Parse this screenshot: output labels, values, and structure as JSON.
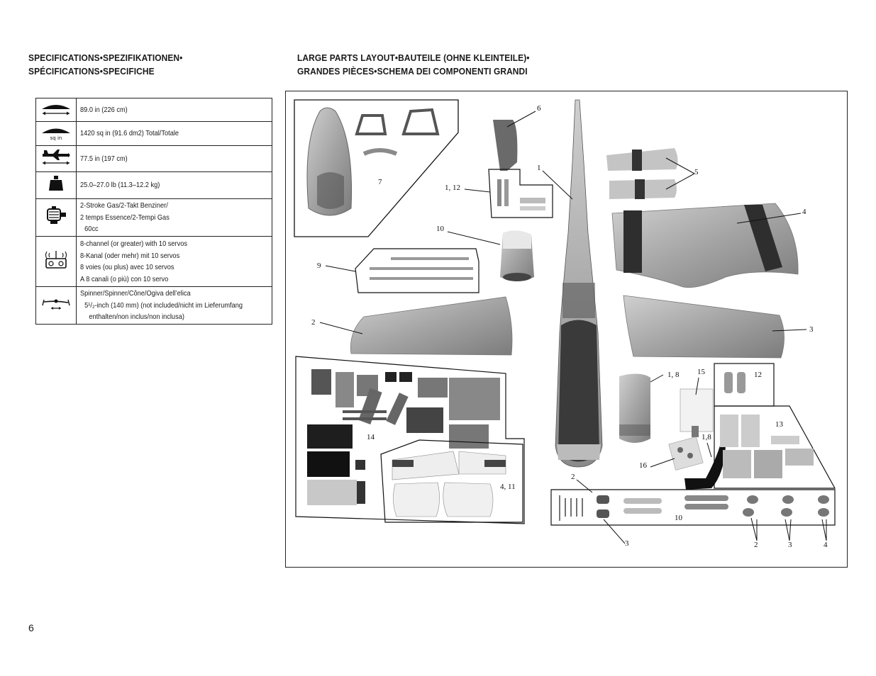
{
  "specifications": {
    "heading_line1": "SPECIFICATIONS•SPEZIFIKATIONEN•",
    "heading_line2": "SPÉCIFICATIONS•SPECIFICHE",
    "rows": [
      {
        "icon": "wingspan-icon",
        "lines": [
          "89.0 in (226 cm)"
        ]
      },
      {
        "icon": "wing-area-icon",
        "icon_text": "sq in",
        "lines": [
          "1420 sq in (91.6 dm2) Total/Totale"
        ]
      },
      {
        "icon": "length-icon",
        "lines": [
          "77.5 in (197 cm)"
        ]
      },
      {
        "icon": "weight-icon",
        "lines": [
          "25.0–27.0 lb (11.3–12.2 kg)"
        ]
      },
      {
        "icon": "engine-icon",
        "lines": [
          "2-Stroke Gas/2-Takt Benziner/",
          "2 temps Essence/2-Tempi Gas",
          "60cc"
        ]
      },
      {
        "icon": "radio-icon",
        "lines": [
          "8-channel (or greater) with 10 servos",
          "8-Kanal (oder mehr) mit 10 servos",
          "8 voies (ou plus) avec 10 servos",
          "A 8 canali (o più) con 10 servo"
        ]
      },
      {
        "icon": "spinner-icon",
        "lines": [
          "Spinner/Spinner/Cône/Ogiva dell’elica",
          "5¹/₂-inch (140 mm) (not included/nicht im Lieferumfang",
          "enthalten/non inclus/non inclusa)"
        ]
      }
    ]
  },
  "parts_layout": {
    "heading_line1": "LARGE PARTS LAYOUT•BAUTEILE (OHNE KLEINTEILE)•",
    "heading_line2": "GRANDES PIÈCES•SCHEMA DEI COMPONENTI GRANDI",
    "callouts": [
      "6",
      "1",
      "1, 12",
      "5",
      "4",
      "10",
      "7",
      "9",
      "2",
      "3",
      "1, 8",
      "15",
      "12",
      "13",
      "14",
      "1,8",
      "16",
      "4, 11",
      "2",
      "10",
      "3",
      "2",
      "3",
      "4"
    ]
  },
  "page_number": "6",
  "colors": {
    "text": "#1a1a1a",
    "part_gray": "#9a9a9a",
    "part_dark": "#2b2b2b",
    "panel_light": "#e4e4e4"
  }
}
